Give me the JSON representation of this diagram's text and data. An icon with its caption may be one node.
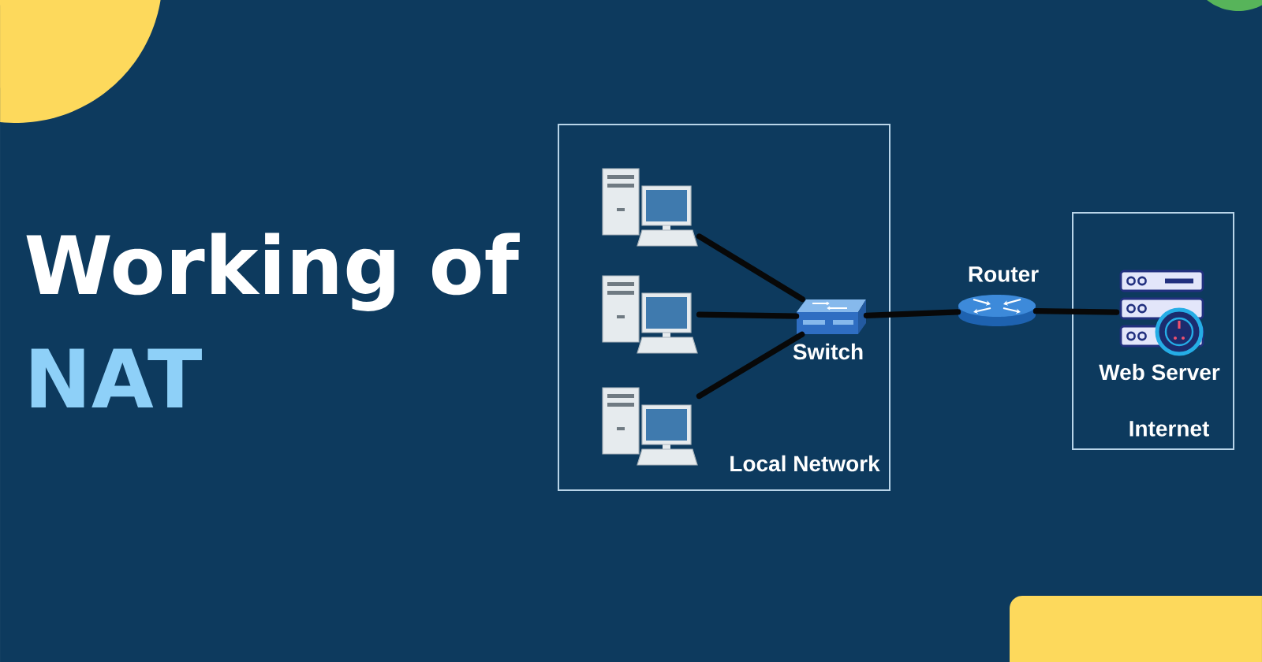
{
  "diagram": {
    "title": "Working of NAT",
    "nodes": [
      {
        "text": [
          "Local Network"
        ]
      },
      {
        "text": [],
        "shape": "picture",
        "in": 0
      },
      {
        "text": [],
        "shape": "picture",
        "in": 0
      },
      {
        "text": [],
        "shape": "picture",
        "in": 0
      },
      {
        "text": [],
        "shape": "picture",
        "beside": [
          "Switch"
        ],
        "in": 0
      },
      {
        "text": [],
        "shape": "picture",
        "beside": [
          "Router"
        ]
      },
      {
        "text": [
          "Internet"
        ]
      },
      {
        "text": [],
        "shape": "picture",
        "beside": [
          "Web Server"
        ],
        "in": 6
      }
    ],
    "edges": [
      {
        "from": 1,
        "to": 4,
        "arrow": "none"
      },
      {
        "from": 2,
        "to": 4,
        "arrow": "none"
      },
      {
        "from": 3,
        "to": 4,
        "arrow": "none"
      },
      {
        "from": 4,
        "to": 5,
        "arrow": "none"
      },
      {
        "from": 5,
        "to": 7,
        "arrow": "none"
      }
    ]
  }
}
